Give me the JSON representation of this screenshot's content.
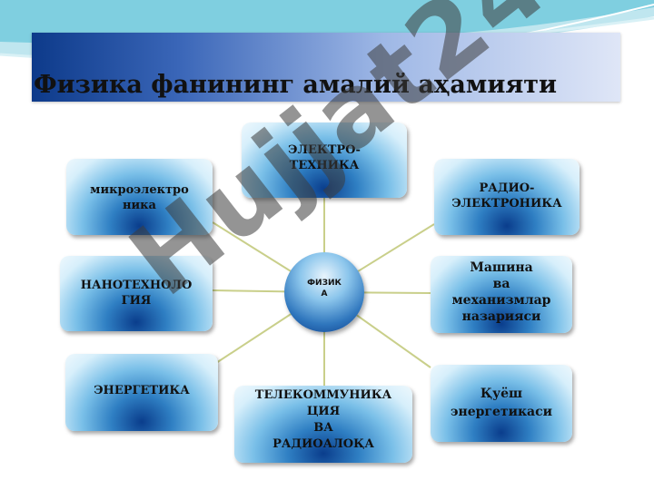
{
  "title": "Физика фанининг амалий аҳамияти",
  "center": {
    "label": "ФИЗИК\nА"
  },
  "nodes": [
    {
      "id": "elektrotexnika",
      "label": "ЭЛЕКТРО-\nТЕХНИКА"
    },
    {
      "id": "mikroelektronika",
      "label": "микроэлектро\nника"
    },
    {
      "id": "radioelektronika",
      "label": "РАДИО-\nЭЛЕКТРОНИКА"
    },
    {
      "id": "nanotexnologiya",
      "label": "НАНОТЕХНОЛО\nГИЯ"
    },
    {
      "id": "mashina",
      "label": "Машина\nва\nмеханизмлар\nназарияси"
    },
    {
      "id": "energetika",
      "label": "ЭНЕРГЕТИКА"
    },
    {
      "id": "telekom",
      "label": "ТЕЛЕКОММУНИКА\nЦИЯ\nВА\nРАДИОАЛОҚА"
    },
    {
      "id": "quyosh",
      "label": "Қуёш\nэнергетикаси"
    }
  ],
  "watermark": "Hujjat24",
  "colors": {
    "connector": "#c9cf8a",
    "title_text": "#111111",
    "box_dark": "#0a3d8c",
    "box_light": "#d7effb"
  }
}
